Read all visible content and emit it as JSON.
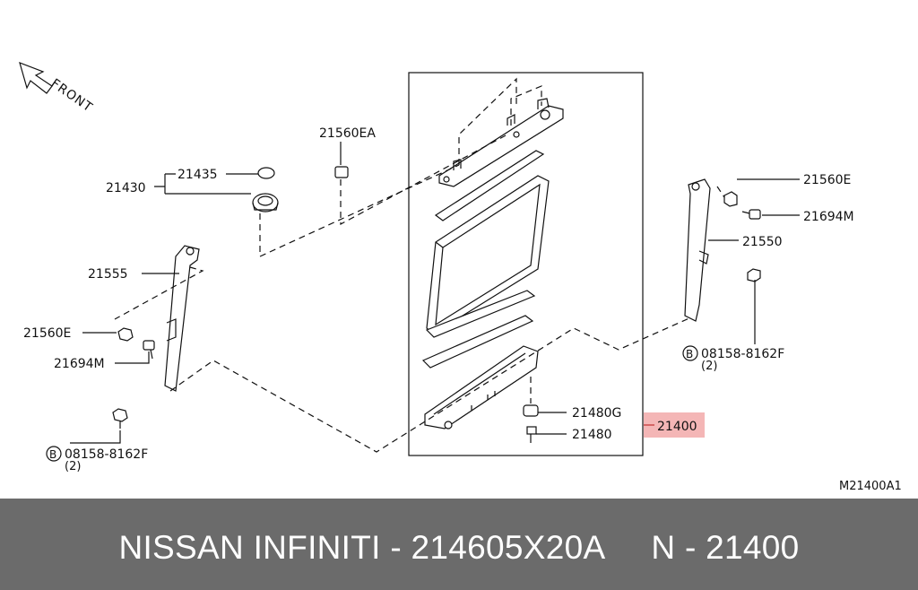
{
  "diagram": {
    "front_label": "FRONT",
    "parts": {
      "p21560EA": "21560EA",
      "p21435": "21435",
      "p21430": "21430",
      "p21555": "21555",
      "p21560E_left": "21560E",
      "p21694M_left": "21694M",
      "bolt_left": "08158-8162F",
      "bolt_left_qty": "(2)",
      "p21560E_right": "21560E",
      "p21694M_right": "21694M",
      "p21550": "21550",
      "bolt_right": "08158-8162F",
      "bolt_right_qty": "(2)",
      "p21480G": "21480G",
      "p21480": "21480",
      "p21400": "21400"
    },
    "bolt_marker": "B",
    "highlight_color": "#f4b6b6",
    "diagram_code": "M21400A1"
  },
  "footer": {
    "caption": "NISSAN INFINITI - 214605X20A     N - 21400"
  }
}
